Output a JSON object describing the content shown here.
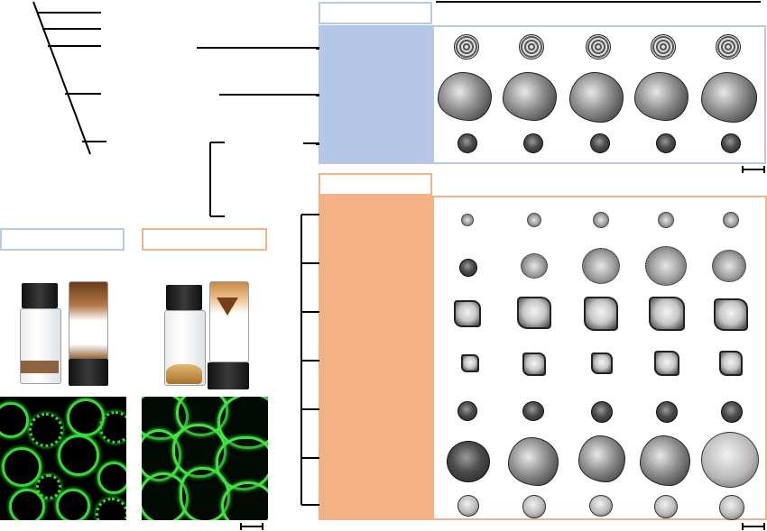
{
  "figure": {
    "description_labels_visible": false,
    "colors": {
      "blue_fill": "#b4c7e7",
      "blue_border": "#b8c9e6",
      "orange_fill": "#f4b183",
      "orange_border": "#f0b488",
      "fluorescence": "#3cd63c"
    },
    "panels": {
      "top_right": {
        "group_color": "blue",
        "rows": 3,
        "columns": 5,
        "grain_types": [
          "textured-round",
          "shell",
          "small-round"
        ]
      },
      "bottom_right": {
        "group_color": "orange",
        "rows": 7,
        "columns": 5,
        "grain_types": [
          "tiny-spiky",
          "spiky",
          "triangular",
          "small-triangular",
          "dark-round",
          "large-round",
          "pale-round"
        ]
      },
      "left_blue_label_box": {
        "text": ""
      },
      "left_orange_label_box": {
        "text": ""
      },
      "top_blue_label_box": {
        "text": ""
      },
      "mid_orange_label_box": {
        "text": ""
      }
    },
    "icons": [
      "scale-bar-icon",
      "phylogenetic-tree-icon",
      "vial-icon",
      "fluorescence-image-icon"
    ]
  }
}
